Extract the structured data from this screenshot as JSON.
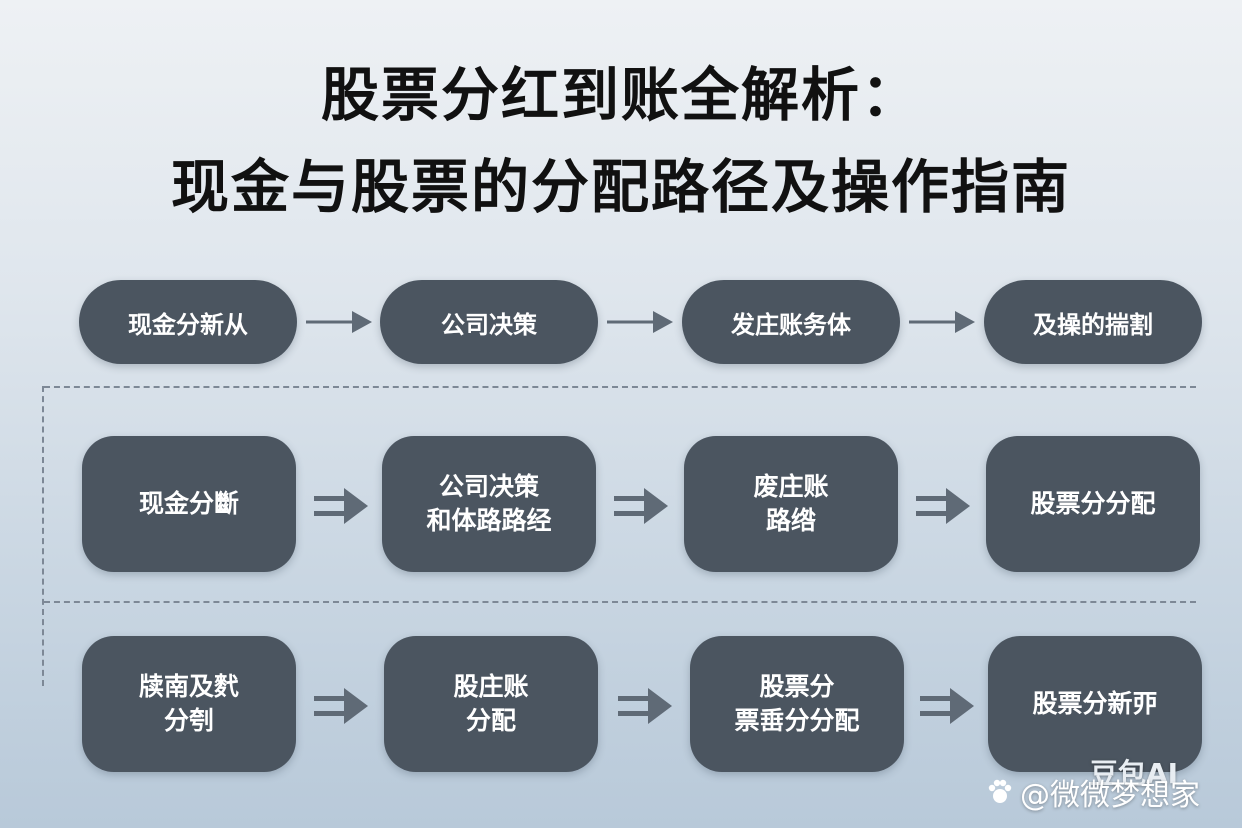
{
  "title": {
    "line1": "股票分红到账全解析：",
    "line2": "现金与股票的分配路径及操作指南"
  },
  "row1": [
    "现金分新从",
    "公司决策",
    "发庄账务体",
    "及操的揣割"
  ],
  "row2": [
    [
      "现金分斷"
    ],
    [
      "公司决策",
      "和体路路经"
    ],
    [
      "废庄账",
      "路绺"
    ],
    [
      "股票分分配"
    ]
  ],
  "row3": [
    [
      "牍南及䴬",
      "分刳"
    ],
    [
      "股庄账",
      "分配"
    ],
    [
      "股票分",
      "票𡸁分分配"
    ],
    [
      "股票分新丣"
    ]
  ],
  "watermark": {
    "ai_label": "豆包AI",
    "handle": "@微微梦想家"
  },
  "colors": {
    "node_fill": "#4b5560",
    "node_text": "#ffffff",
    "arrow": "#5f6a76",
    "dash": "#7d8896"
  }
}
